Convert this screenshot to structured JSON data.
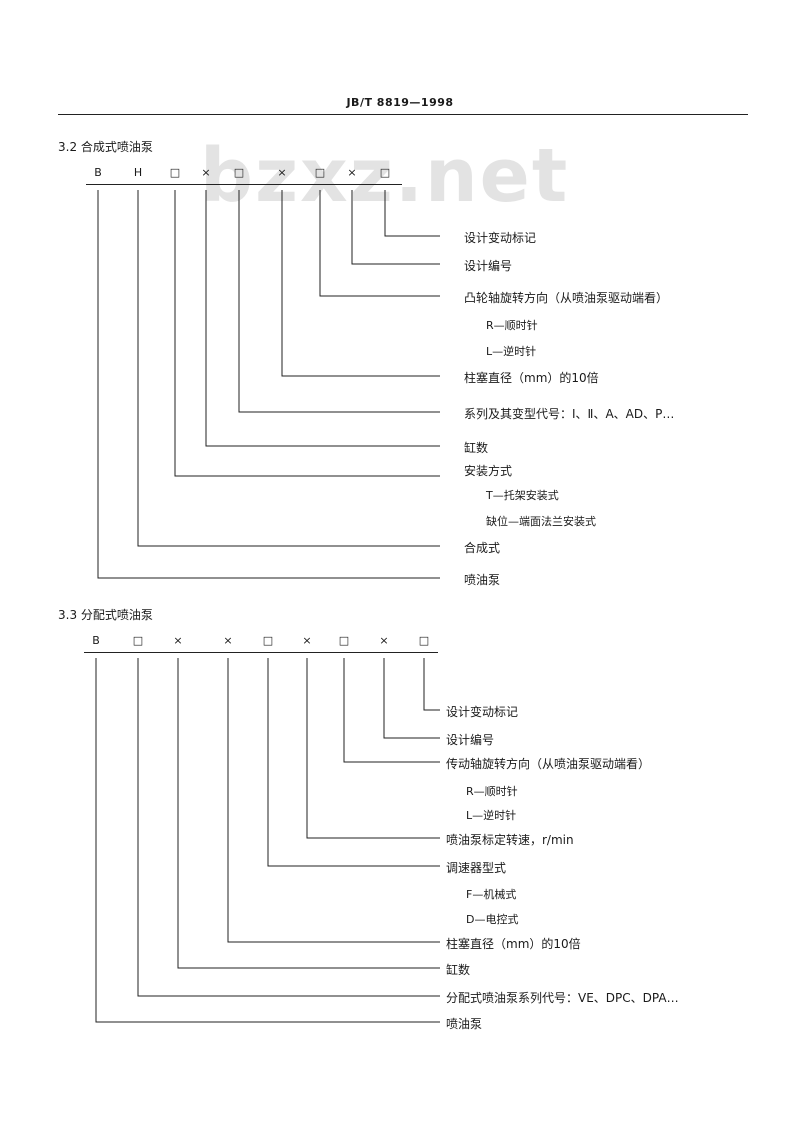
{
  "header": {
    "standard_no": "JB/T 8819—1998"
  },
  "watermark": "bzxz.net",
  "section_a": {
    "title": "3.2  合成式喷油泵",
    "codes": [
      "B",
      "H",
      "□",
      "×",
      "□",
      "×",
      "□",
      "×",
      "□"
    ],
    "items": [
      "设计变动标记",
      "设计编号",
      "凸轮轴旋转方向（从喷油泵驱动端看）",
      "R—顺时针",
      "L—逆时针",
      "柱塞直径（mm）的10倍",
      "系列及其变型代号：Ⅰ、Ⅱ、A、AD、P…",
      "缸数",
      "安装方式",
      "T—托架安装式",
      "缺位—端面法兰安装式",
      "合成式",
      "喷油泵"
    ]
  },
  "section_b": {
    "title": "3.3  分配式喷油泵",
    "codes": [
      "B",
      "□",
      "×",
      "×",
      "□",
      "×",
      "□",
      "×",
      "□"
    ],
    "items": [
      "设计变动标记",
      "设计编号",
      "传动轴旋转方向（从喷油泵驱动端看）",
      "R—顺时针",
      "L—逆时针",
      "喷油泵标定转速，r/min",
      "调速器型式",
      "F—机械式",
      "D—电控式",
      "柱塞直径（mm）的10倍",
      "缸数",
      "分配式喷油泵系列代号：VE、DPC、DPA…",
      "喷油泵"
    ]
  }
}
